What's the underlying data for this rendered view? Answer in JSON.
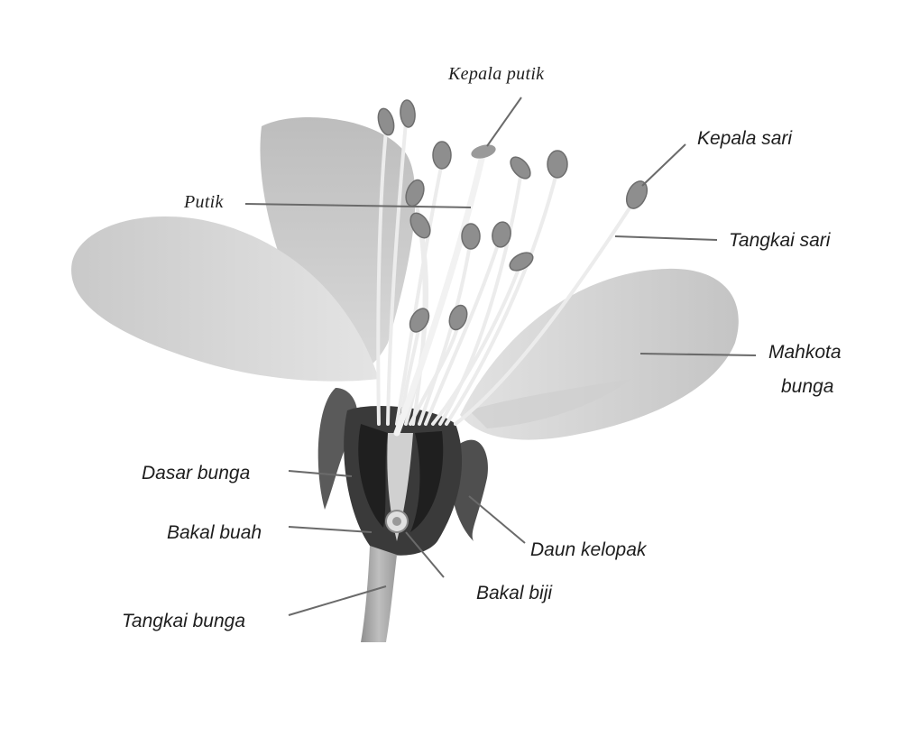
{
  "labels": {
    "kepala_putik": "Kepala putik",
    "kepala_sari": "Kepala sari",
    "putik": "Putik",
    "tangkai_sari": "Tangkai sari",
    "mahkota_bunga_line1": "Mahkota",
    "mahkota_bunga_line2": "bunga",
    "dasar_bunga": "Dasar bunga",
    "bakal_buah": "Bakal buah",
    "daun_kelopak": "Daun kelopak",
    "bakal_biji": "Bakal biji",
    "tangkai_bunga": "Tangkai bunga"
  },
  "colors": {
    "petal_light": "#d8d8d8",
    "petal_mid": "#b8b8b8",
    "stamen": "#e6e6e6",
    "anther": "#8a8a8a",
    "ovary_dark": "#2b2b2b",
    "sepal": "#4a4a4a",
    "label_text": "#1e1e1e",
    "leader_line": "#6a6a6a"
  }
}
